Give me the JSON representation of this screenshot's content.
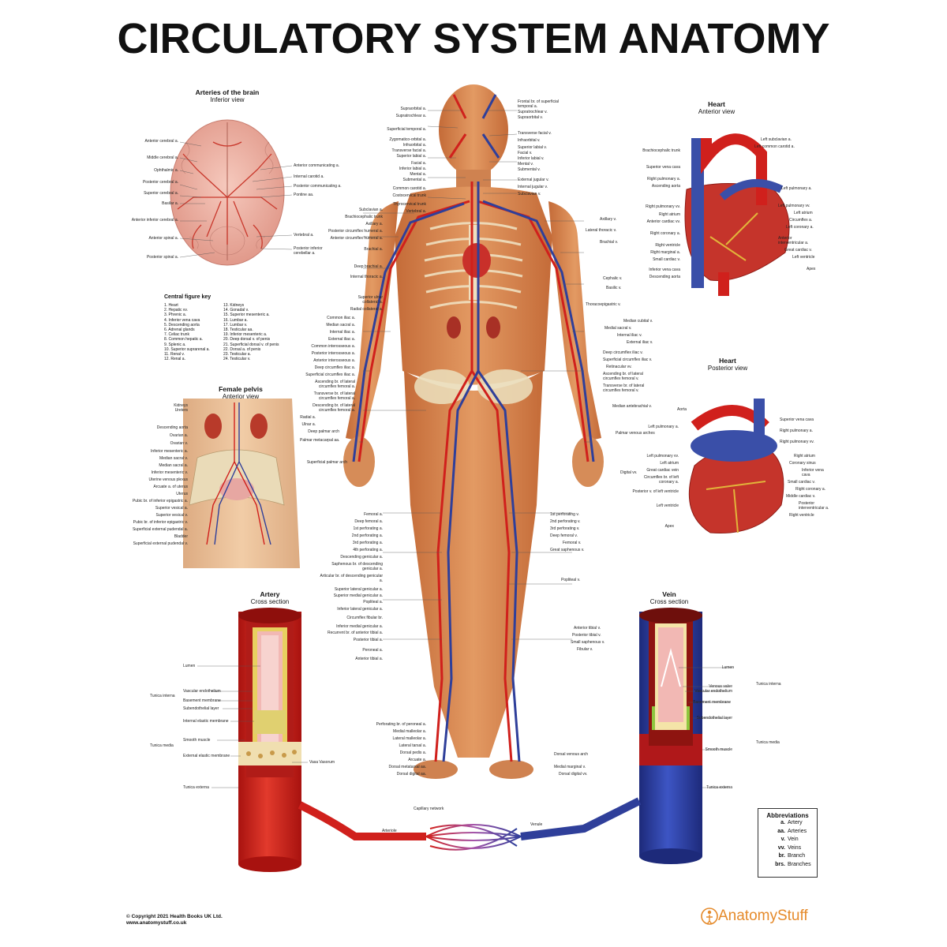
{
  "title": "CIRCULATORY SYSTEM ANATOMY",
  "brain": {
    "title": "Arteries of the brain",
    "subtitle": "Inferior view",
    "left": [
      "Anterior cerebral a.",
      "Middle cerebral a.",
      "Ophthalmic a.",
      "Posterior cerebral a.",
      "Superior cerebral a.",
      "Basilar a.",
      "Anterior inferior cerebral a.",
      "Anterior spinal a.",
      "Posterior spinal a."
    ],
    "right": [
      "Anterior communicating a.",
      "Internal carotid a.",
      "Posterior communicating a.",
      "Pontine aa.",
      "Vertebral a.",
      "Posterior inferior cerebellar a."
    ]
  },
  "key": {
    "title": "Central figure key",
    "col1": [
      "1. Heart",
      "2. Hepatic vv.",
      "3. Phrenic a.",
      "4. Inferior vena cava",
      "5. Descending aorta",
      "6. Adrenal glands",
      "7. Celiac trunk",
      "8. Common hepatic a.",
      "9. Splenic a.",
      "10. Superior suprarenal a.",
      "11. Renal v.",
      "12. Renal a."
    ],
    "col2": [
      "13. Kidneys",
      "14. Gonadal v.",
      "15. Superior mesenteric a.",
      "16. Lumbar a.",
      "17. Lumbar v.",
      "18. Testicular aa.",
      "19. Inferior mesenteric a.",
      "20. Deep dorsal v. of penis",
      "21. Superficial dorsal v. of penis",
      "22. Dorsal a. of penis",
      "23. Testicular a.",
      "24. Testicular v."
    ]
  },
  "pelvis": {
    "title": "Female pelvis",
    "subtitle": "Anterior view",
    "left": [
      "Kidneys",
      "Ureters",
      "Descending aorta",
      "Ovarian a.",
      "Ovarian v.",
      "Inferior mesenteric a.",
      "Median sacral v.",
      "Median sacral a.",
      "Inferior mesenteric v.",
      "Uterine venous plexus",
      "Arcuate a. of uterus",
      "Uterus",
      "Pubic br. of inferior epigastric a.",
      "Superior vesical a.",
      "Superior vesical v.",
      "Pubic br. of inferior epigastric v.",
      "Superficial external pudendal a.",
      "Bladder",
      "Superficial external pudendal v."
    ]
  },
  "figure": {
    "head_left": [
      "Supraorbital a.",
      "Supratrochlear a.",
      "Superficial temporal a.",
      "Zygomatico-orbital a.",
      "Infraorbital a.",
      "Transverse facial a.",
      "Superior labial a.",
      "Facial a.",
      "Inferior labial a.",
      "Mental a.",
      "Submental a.",
      "Common carotid a.",
      "Costocervical trunk",
      "Thyrocervical trunk",
      "Vertebral a."
    ],
    "head_right": [
      "Frontal br. of superficial temporal a.",
      "Supratrochlear v.",
      "Supraorbital v.",
      "Transverse facial v.",
      "Infraorbital v.",
      "Superior labial v.",
      "Facial v.",
      "Inferior labial v.",
      "Mental v.",
      "Submental v.",
      "External jugular v.",
      "Internal jugular v.",
      "Subclavian v."
    ],
    "torso_left": [
      "Subclavian a.",
      "Brachiocephalic trunk",
      "Axillary a.",
      "Posterior circumflex humeral a.",
      "Anterior circumflex humeral a.",
      "Brachial a.",
      "Deep brachial a.",
      "Internal thoracic a.",
      "Superior ulnar collateral a.",
      "Radial collateral a.",
      "Common iliac a.",
      "Median sacral a.",
      "Internal iliac a.",
      "External iliac a.",
      "Common interosseous a.",
      "Posterior interosseous a.",
      "Anterior interosseous a.",
      "Deep circumflex iliac a.",
      "Superficial circumflex iliac a.",
      "Ascending br. of lateral circumflex femoral a.",
      "Transverse br. of lateral circumflex femoral a.",
      "Descending br. of lateral circumflex femoral a.",
      "Radial a.",
      "Ulnar a.",
      "Deep palmar arch",
      "Palmar metacarpal aa.",
      "Superficial palmar arch"
    ],
    "torso_right": [
      "Axillary v.",
      "Lateral thoracic v.",
      "Brachial v.",
      "Cephalic v.",
      "Basilic v.",
      "Thoracoepigastric v.",
      "Median cubital v.",
      "Medial sacral v.",
      "Internal iliac v.",
      "External iliac v.",
      "Deep circumflex iliac v.",
      "Superficial circumflex iliac v.",
      "Retinacular vv.",
      "Ascending br. of lateral circumflex femoral v.",
      "Transverse br. of lateral circumflex femoral v.",
      "Median antebrachial v.",
      "Palmar venous arches",
      "Digital vv."
    ],
    "leg_left": [
      "Femoral a.",
      "Deep femoral a.",
      "1st perforating a.",
      "2nd perforating a.",
      "3rd perforating a.",
      "4th perforating a.",
      "Descending genicular a.",
      "Saphenous br. of descending genicular a.",
      "Articular br. of descending genicular a.",
      "Superior lateral genicular a.",
      "Superior medial genicular a.",
      "Popliteal a.",
      "Inferior lateral genicular a.",
      "Circumflex fibular br.",
      "Inferior medial genicular a.",
      "Recurrent br. of anterior tibial a.",
      "Posterior tibial a.",
      "Peroneal a.",
      "Anterior tibial a."
    ],
    "leg_right": [
      "1st perforating v.",
      "2nd perforating v.",
      "3rd perforating v.",
      "Deep femoral v.",
      "Femoral v.",
      "Great saphenous v.",
      "Popliteal v.",
      "Anterior tibial v.",
      "Posterior tibial v.",
      "Small saphenous v.",
      "Fibular v."
    ],
    "foot_left": [
      "Perforating br. of peroneal a.",
      "Medial malleolar a.",
      "Lateral malleolar a.",
      "Lateral tarsal a.",
      "Dorsal pedis a.",
      "Arcuate a.",
      "Dorsal metatarsal aa.",
      "Dorsal digital aa."
    ],
    "foot_right": [
      "Dorsal venous arch",
      "Medial marginal v.",
      "Dorsal digital vv."
    ]
  },
  "heart_ant": {
    "title": "Heart",
    "subtitle": "Anterior view",
    "left": [
      "Brachiocephalic trunk",
      "Superior vena cava",
      "Right pulmonary a.",
      "Ascending aorta",
      "Right pulmonary vv.",
      "Right atrium",
      "Anterior cardiac vv.",
      "Right coronary a.",
      "Right ventricle",
      "Right marginal a.",
      "Small cardiac v.",
      "Inferior vena cava",
      "Descending aorta"
    ],
    "right": [
      "Left subclavian a.",
      "Left common carotid a.",
      "Left pulmonary a.",
      "Left pulmonary vv.",
      "Left atrium",
      "Circumflex a.",
      "Left coronary a.",
      "Anterior interventricular a.",
      "Great cardiac v.",
      "Left ventricle",
      "Apex"
    ]
  },
  "heart_post": {
    "title": "Heart",
    "subtitle": "Posterior view",
    "left": [
      "Aorta",
      "Left pulmonary a.",
      "Left pulmonary vv.",
      "Left atrium",
      "Great cardiac vein",
      "Circumflex br. of left coronary a.",
      "Posterior v. of left ventricle",
      "Left ventricle",
      "Apex"
    ],
    "right": [
      "Superior vena cava",
      "Right pulmonary a.",
      "Right pulmonary vv.",
      "Right atrium",
      "Coronary sinus",
      "Inferior vena cava",
      "Small cardiac v.",
      "Right coronary a.",
      "Middle cardiac v.",
      "Posterior interventricular a.",
      "Right ventricle"
    ]
  },
  "artery": {
    "title": "Artery",
    "subtitle": "Cross section",
    "labels": [
      "Lumen",
      "Vascular endothelium",
      "Basement membrane",
      "Subendothelial layer",
      "Internal elastic membrane",
      "Smooth muscle",
      "External elastic membrane",
      "Tunica externa"
    ],
    "groups": [
      "Tunica interna",
      "Tunica media"
    ],
    "right": "Vasa Vasorum"
  },
  "vein": {
    "title": "Vein",
    "subtitle": "Cross section",
    "labels": [
      "Lumen",
      "Venous valve",
      "Vascular endothelium",
      "Basement membrane",
      "Subendothelial layer",
      "Smooth muscle",
      "Tunica externa"
    ],
    "groups": [
      "Tunica interna",
      "Tunica media"
    ]
  },
  "capillary": {
    "network": "Capillary network",
    "arteriole": "Arteriole",
    "venule": "Venule"
  },
  "abbreviations": {
    "title": "Abbreviations",
    "rows": [
      [
        "a.",
        "Artery"
      ],
      [
        "aa.",
        "Arteries"
      ],
      [
        "v.",
        "Vein"
      ],
      [
        "vv.",
        "Veins"
      ],
      [
        "br.",
        "Branch"
      ],
      [
        "brs.",
        "Branches"
      ]
    ]
  },
  "copyright": [
    "© Copyright 2021 Health Books UK Ltd.",
    "www.anatomystuff.co.uk"
  ],
  "brand": "AnatomyStuff",
  "colors": {
    "artery": "#d0201c",
    "vein": "#2f3f9a",
    "skin": "#d98a55",
    "bone": "#e8d2a0",
    "brain": "#e9a79a",
    "brand": "#e58a2a"
  }
}
